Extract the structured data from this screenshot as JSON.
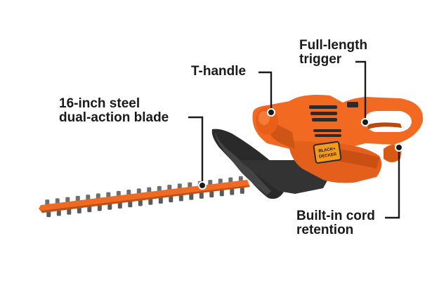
{
  "image": {
    "subject": "hedge-trimmer",
    "colors": {
      "background": "#ffffff",
      "body": "#f26a21",
      "body_shadow": "#c94f12",
      "guard": "#2b2b2b",
      "blade": "#e8621f",
      "label_text": "#1a1a1a",
      "leader_line": "#1a1a1a"
    },
    "brand_badge": {
      "line1": "BLACK+",
      "line2": "DECKER"
    }
  },
  "callouts": {
    "blade": {
      "line1": "16-inch steel",
      "line2": "dual-action blade"
    },
    "t_handle": {
      "line1": "T-handle"
    },
    "trigger": {
      "line1": "Full-length",
      "line2": "trigger"
    },
    "cord": {
      "line1": "Built-in cord",
      "line2": "retention"
    }
  }
}
